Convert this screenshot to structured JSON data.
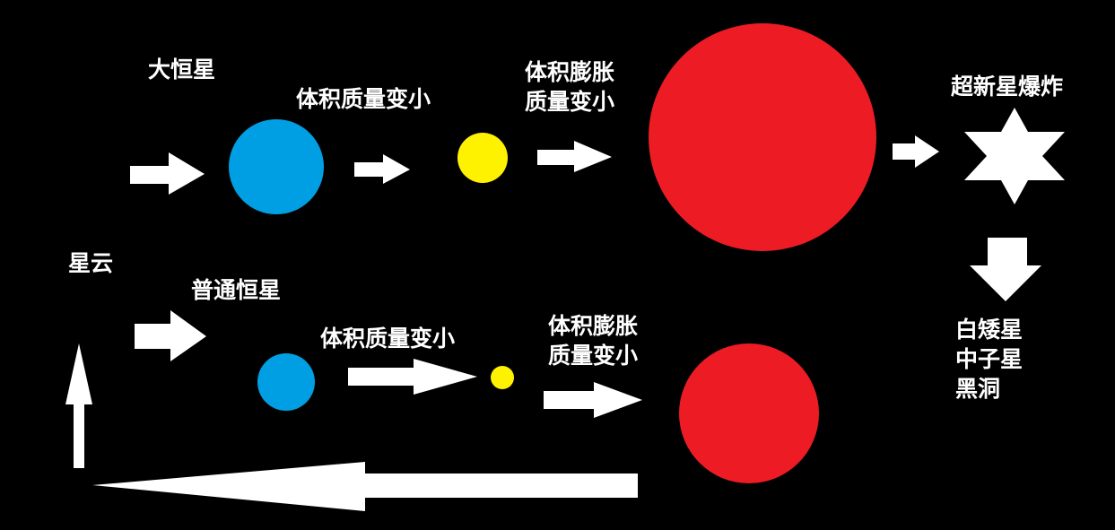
{
  "colors": {
    "background": "#000000",
    "blue_star": "#009FE3",
    "yellow_star": "#FFF200",
    "red_giant": "#ED1C24",
    "arrow": "#FFFFFF",
    "explosion": "#FFFFFF",
    "text": "#FFFFFF"
  },
  "labels": {
    "nebula": "星云",
    "massive_star": "大恒星",
    "ordinary_star": "普通恒星",
    "upper_shrink": "体积质量变小",
    "upper_expand_line1": "体积膨胀",
    "upper_expand_line2": "质量变小",
    "supernova": "超新星爆炸",
    "remnant_line1": "白矮星",
    "remnant_line2": "中子星",
    "remnant_line3": "黑洞",
    "lower_shrink": "体积质量变小",
    "lower_expand_line1": "体积膨胀",
    "lower_expand_line2": "质量变小"
  },
  "icons": {
    "explosion_shape": "six-pointed-star-icon",
    "arrow_shape": "block-arrow-icon"
  }
}
